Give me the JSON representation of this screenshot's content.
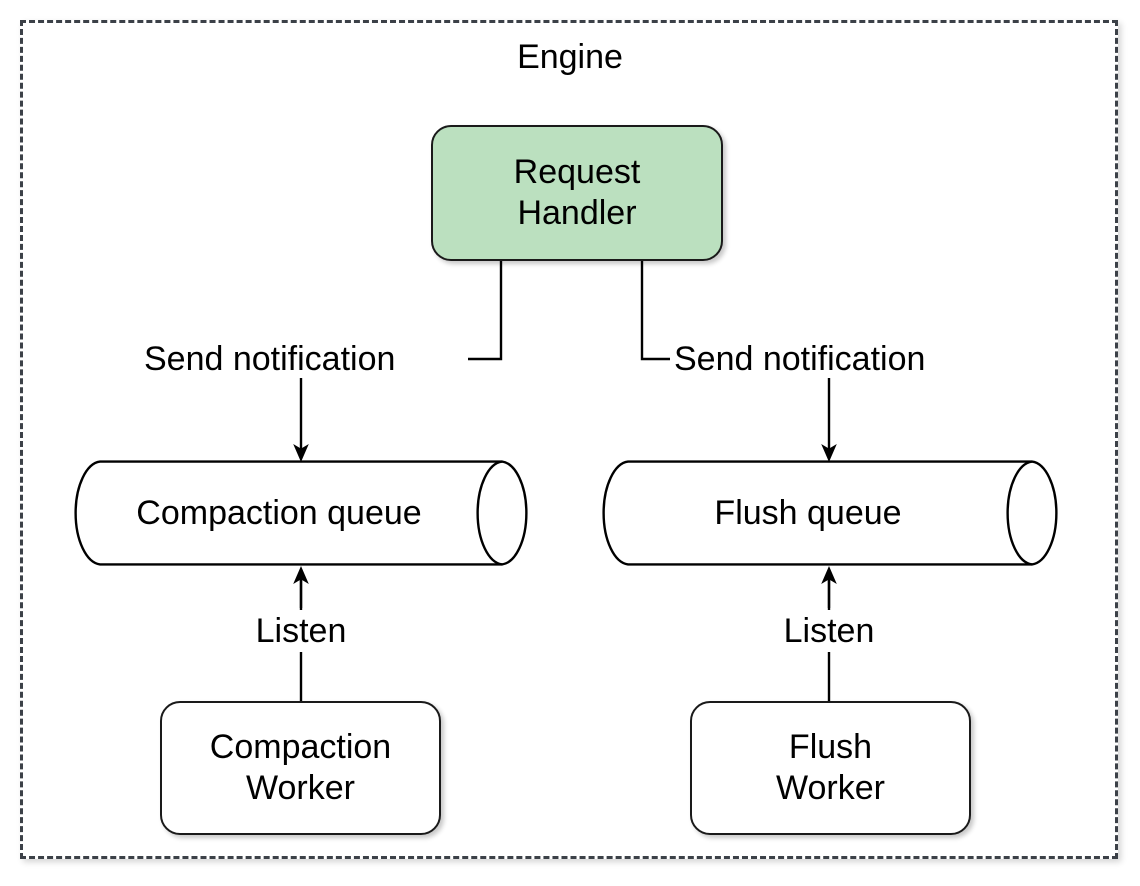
{
  "diagram": {
    "title": "Engine",
    "type": "flowchart",
    "background_color": "#ffffff",
    "frame": {
      "label": "Engine",
      "border_style": "dashed",
      "border_color": "#3c4148"
    },
    "nodes": [
      {
        "id": "request-handler",
        "label_line1": "Request",
        "label_line2": "Handler",
        "shape": "rounded-rectangle",
        "fill": "#bbe0bf",
        "stroke": "#1a1a1a"
      },
      {
        "id": "compaction-queue",
        "label": "Compaction queue",
        "shape": "cylinder",
        "fill": "#ffffff",
        "stroke": "#000000"
      },
      {
        "id": "flush-queue",
        "label": "Flush queue",
        "shape": "cylinder",
        "fill": "#ffffff",
        "stroke": "#000000"
      },
      {
        "id": "compaction-worker",
        "label_line1": "Compaction",
        "label_line2": "Worker",
        "shape": "rounded-rectangle",
        "fill": "#ffffff",
        "stroke": "#1a1a1a"
      },
      {
        "id": "flush-worker",
        "label_line1": "Flush",
        "label_line2": "Worker",
        "shape": "rounded-rectangle",
        "fill": "#ffffff",
        "stroke": "#1a1a1a"
      }
    ],
    "edges": [
      {
        "id": "rh-to-compaction-queue",
        "from": "request-handler",
        "to": "compaction-queue",
        "label": "Send notification",
        "arrow": "down"
      },
      {
        "id": "rh-to-flush-queue",
        "from": "request-handler",
        "to": "flush-queue",
        "label": "Send notification",
        "arrow": "down"
      },
      {
        "id": "compaction-worker-to-queue",
        "from": "compaction-worker",
        "to": "compaction-queue",
        "label": "Listen",
        "arrow": "up"
      },
      {
        "id": "flush-worker-to-queue",
        "from": "flush-worker",
        "to": "flush-queue",
        "label": "Listen",
        "arrow": "up"
      }
    ]
  }
}
